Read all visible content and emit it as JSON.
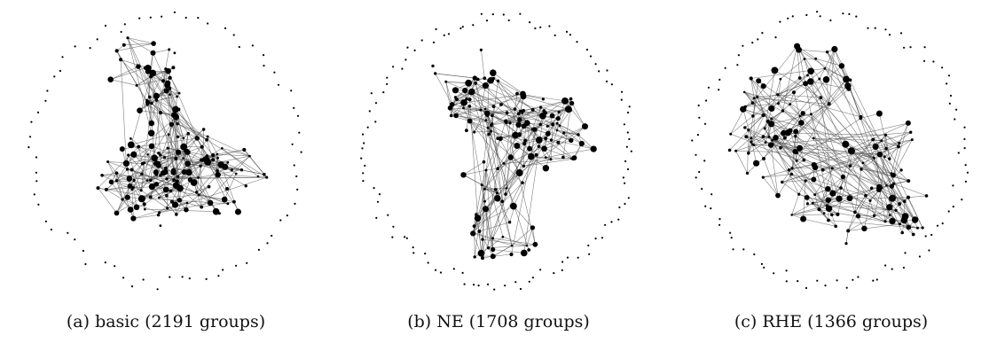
{
  "figure": {
    "panels": [
      {
        "id": "a",
        "caption": "(a) basic (2191 groups)",
        "seed": 11,
        "outer_nodes": 70,
        "inner_nodes": 190,
        "edges": 420
      },
      {
        "id": "b",
        "caption": "(b) NE (1708 groups)",
        "seed": 29,
        "outer_nodes": 105,
        "inner_nodes": 165,
        "edges": 360
      },
      {
        "id": "c",
        "caption": "(c) RHE (1366 groups)",
        "seed": 47,
        "outer_nodes": 95,
        "inner_nodes": 180,
        "edges": 400
      }
    ],
    "colors": {
      "node": "#000000",
      "edge": "#555555",
      "caption": "#111111"
    }
  }
}
